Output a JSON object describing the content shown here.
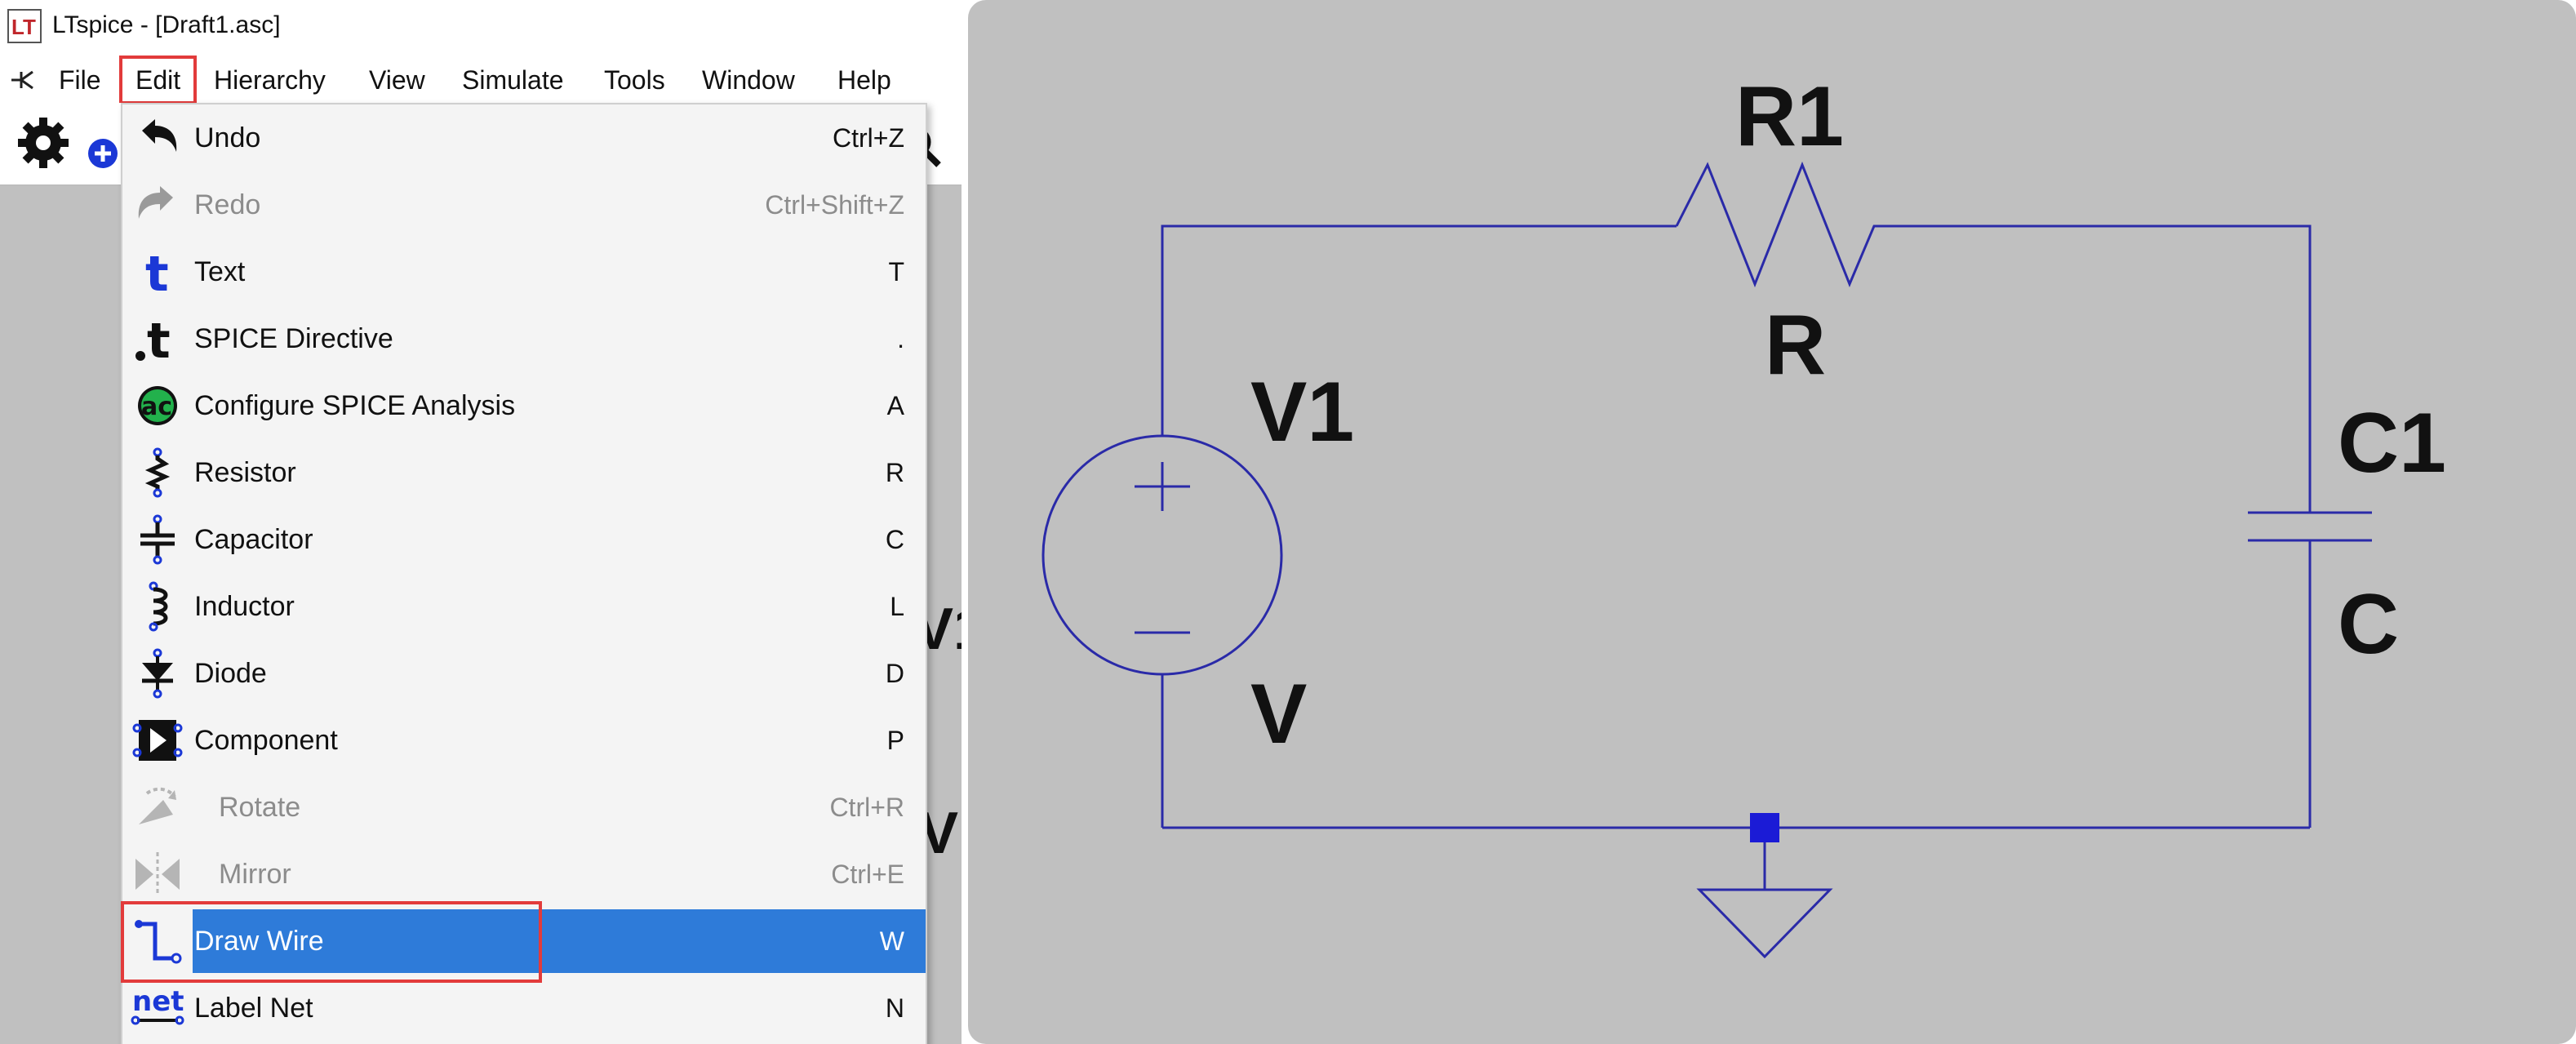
{
  "window": {
    "title": "LTspice - [Draft1.asc]"
  },
  "menubar": {
    "items": [
      {
        "id": "file",
        "label": "File"
      },
      {
        "id": "edit",
        "label": "Edit"
      },
      {
        "id": "hierarchy",
        "label": "Hierarchy"
      },
      {
        "id": "view",
        "label": "View"
      },
      {
        "id": "simulate",
        "label": "Simulate"
      },
      {
        "id": "tools",
        "label": "Tools"
      },
      {
        "id": "window",
        "label": "Window"
      },
      {
        "id": "help",
        "label": "Help"
      }
    ]
  },
  "edit_menu": {
    "items": [
      {
        "label": "Undo",
        "shortcut": "Ctrl+Z",
        "icon": "undo-icon",
        "enabled": true
      },
      {
        "label": "Redo",
        "shortcut": "Ctrl+Shift+Z",
        "icon": "redo-icon",
        "enabled": false
      },
      {
        "label": "Text",
        "shortcut": "T",
        "icon": "text-icon",
        "enabled": true
      },
      {
        "label": "SPICE Directive",
        "shortcut": ".",
        "icon": "spice-directive-icon",
        "enabled": true
      },
      {
        "label": "Configure SPICE Analysis",
        "shortcut": "A",
        "icon": "configure-analysis-icon",
        "enabled": true
      },
      {
        "label": "Resistor",
        "shortcut": "R",
        "icon": "resistor-icon",
        "enabled": true
      },
      {
        "label": "Capacitor",
        "shortcut": "C",
        "icon": "capacitor-icon",
        "enabled": true
      },
      {
        "label": "Inductor",
        "shortcut": "L",
        "icon": "inductor-icon",
        "enabled": true
      },
      {
        "label": "Diode",
        "shortcut": "D",
        "icon": "diode-icon",
        "enabled": true
      },
      {
        "label": "Component",
        "shortcut": "P",
        "icon": "component-icon",
        "enabled": true
      },
      {
        "label": "Rotate",
        "shortcut": "Ctrl+R",
        "icon": "rotate-icon",
        "enabled": false
      },
      {
        "label": "Mirror",
        "shortcut": "Ctrl+E",
        "icon": "mirror-icon",
        "enabled": false
      },
      {
        "label": "Draw Wire",
        "shortcut": "W",
        "icon": "draw-wire-icon",
        "enabled": true,
        "highlighted": true
      },
      {
        "label": "Label Net",
        "shortcut": "N",
        "icon": "label-net-icon",
        "enabled": true
      }
    ],
    "config_icon_text": "ac",
    "net_icon_text": "net"
  },
  "background_labels": {
    "v1_partial": "V1",
    "v_partial": "V"
  },
  "schematic": {
    "labels": {
      "resistor_name": "R1",
      "resistor_value": "R",
      "source_name": "V1",
      "source_value": "V",
      "capacitor_name": "C1",
      "capacitor_value": "C"
    }
  },
  "colors": {
    "wire": "#2a2aa8",
    "highlight": "#2e7bd9",
    "annotation": "#e23b3b",
    "canvas": "#c0c0c0"
  }
}
